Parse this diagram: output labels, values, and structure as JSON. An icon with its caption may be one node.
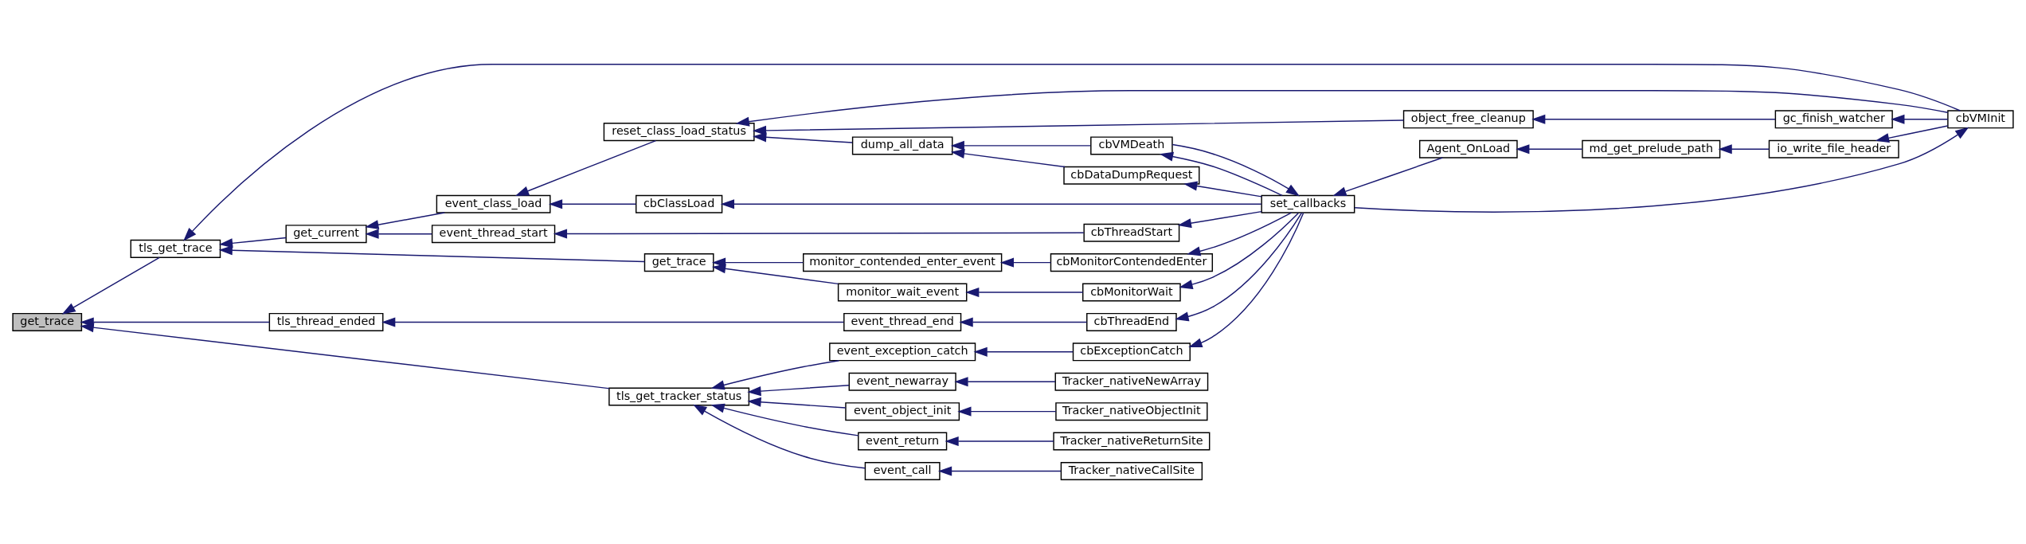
{
  "diagram": {
    "nodes": [
      {
        "text": [
          "get_trace"
        ]
      },
      {
        "text": [
          "tls_get_trace"
        ]
      },
      {
        "text": [
          "tls_thread_ended"
        ]
      },
      {
        "text": [
          "tls_get_tracker_status"
        ]
      },
      {
        "text": [
          "get_current"
        ]
      },
      {
        "text": [
          "get_trace"
        ]
      },
      {
        "text": [
          "event_class_load"
        ]
      },
      {
        "text": [
          "event_thread_start"
        ]
      },
      {
        "text": [
          "reset_class_load_status"
        ]
      },
      {
        "text": [
          "object_free_cleanup"
        ]
      },
      {
        "text": [
          "gc_finish_watcher"
        ]
      },
      {
        "text": [
          "cbVMInit"
        ]
      },
      {
        "text": [
          "dump_all_data"
        ]
      },
      {
        "text": [
          "cbDataDumpRequest"
        ]
      },
      {
        "text": [
          "cbVMDeath"
        ]
      },
      {
        "text": [
          "set_callbacks"
        ]
      },
      {
        "text": [
          "cbClassLoad"
        ]
      },
      {
        "text": [
          "cbThreadStart"
        ]
      },
      {
        "text": [
          "monitor_contended_enter_event"
        ]
      },
      {
        "text": [
          "cbMonitorContendedEnter"
        ]
      },
      {
        "text": [
          "monitor_wait_event"
        ]
      },
      {
        "text": [
          "cbMonitorWait"
        ]
      },
      {
        "text": [
          "event_thread_end"
        ]
      },
      {
        "text": [
          "cbThreadEnd"
        ]
      },
      {
        "text": [
          "event_exception_catch"
        ]
      },
      {
        "text": [
          "cbExceptionCatch"
        ]
      },
      {
        "text": [
          "event_newarray"
        ]
      },
      {
        "text": [
          "Tracker_nativeNewArray"
        ]
      },
      {
        "text": [
          "event_object_init"
        ]
      },
      {
        "text": [
          "Tracker_nativeObjectInit"
        ]
      },
      {
        "text": [
          "event_return"
        ]
      },
      {
        "text": [
          "Tracker_nativeReturnSite"
        ]
      },
      {
        "text": [
          "event_call"
        ]
      },
      {
        "text": [
          "Tracker_nativeCallSite"
        ]
      },
      {
        "text": [
          "Agent_OnLoad"
        ]
      },
      {
        "text": [
          "md_get_prelude_path"
        ]
      },
      {
        "text": [
          "io_write_file_header"
        ]
      }
    ],
    "edges": [
      {
        "from": 1,
        "to": 0,
        "arrow": "to"
      },
      {
        "from": 2,
        "to": 0,
        "arrow": "to"
      },
      {
        "from": 3,
        "to": 0,
        "arrow": "to"
      },
      {
        "from": 11,
        "to": 1,
        "arrow": "to"
      },
      {
        "from": 4,
        "to": 1,
        "arrow": "to"
      },
      {
        "from": 5,
        "to": 1,
        "arrow": "to"
      },
      {
        "from": 6,
        "to": 4,
        "arrow": "to"
      },
      {
        "from": 7,
        "to": 4,
        "arrow": "to"
      },
      {
        "from": 8,
        "to": 6,
        "arrow": "to"
      },
      {
        "from": 16,
        "to": 6,
        "arrow": "to"
      },
      {
        "from": 17,
        "to": 7,
        "arrow": "to"
      },
      {
        "from": 9,
        "to": 8,
        "arrow": "to"
      },
      {
        "from": 11,
        "to": 8,
        "arrow": "to"
      },
      {
        "from": 12,
        "to": 8,
        "arrow": "to"
      },
      {
        "from": 10,
        "to": 9,
        "arrow": "to"
      },
      {
        "from": 11,
        "to": 10,
        "arrow": "to"
      },
      {
        "from": 15,
        "to": 11,
        "arrow": "to"
      },
      {
        "from": 14,
        "to": 12,
        "arrow": "to"
      },
      {
        "from": 13,
        "to": 12,
        "arrow": "to"
      },
      {
        "from": 15,
        "to": 13,
        "arrow": "to"
      },
      {
        "from": 15,
        "to": 14,
        "arrow": "to"
      },
      {
        "from": 14,
        "to": 15,
        "arrow": "to"
      },
      {
        "from": 34,
        "to": 15,
        "arrow": "to"
      },
      {
        "from": 15,
        "to": 16,
        "arrow": "to"
      },
      {
        "from": 15,
        "to": 17,
        "arrow": "to"
      },
      {
        "from": 18,
        "to": 5,
        "arrow": "to"
      },
      {
        "from": 20,
        "to": 5,
        "arrow": "to"
      },
      {
        "from": 19,
        "to": 18,
        "arrow": "to"
      },
      {
        "from": 15,
        "to": 19,
        "arrow": "to"
      },
      {
        "from": 21,
        "to": 20,
        "arrow": "to"
      },
      {
        "from": 15,
        "to": 21,
        "arrow": "to"
      },
      {
        "from": 22,
        "to": 2,
        "arrow": "to"
      },
      {
        "from": 23,
        "to": 22,
        "arrow": "to"
      },
      {
        "from": 15,
        "to": 23,
        "arrow": "to"
      },
      {
        "from": 24,
        "to": 3,
        "arrow": "to"
      },
      {
        "from": 26,
        "to": 3,
        "arrow": "to"
      },
      {
        "from": 28,
        "to": 3,
        "arrow": "to"
      },
      {
        "from": 30,
        "to": 3,
        "arrow": "to"
      },
      {
        "from": 32,
        "to": 3,
        "arrow": "to"
      },
      {
        "from": 25,
        "to": 24,
        "arrow": "to"
      },
      {
        "from": 15,
        "to": 25,
        "arrow": "to"
      },
      {
        "from": 27,
        "to": 26,
        "arrow": "to"
      },
      {
        "from": 29,
        "to": 28,
        "arrow": "to"
      },
      {
        "from": 31,
        "to": 30,
        "arrow": "to"
      },
      {
        "from": 33,
        "to": 32,
        "arrow": "to"
      },
      {
        "from": 35,
        "to": 34,
        "arrow": "to"
      },
      {
        "from": 36,
        "to": 35,
        "arrow": "to"
      },
      {
        "from": 11,
        "to": 36,
        "arrow": "to"
      }
    ]
  }
}
